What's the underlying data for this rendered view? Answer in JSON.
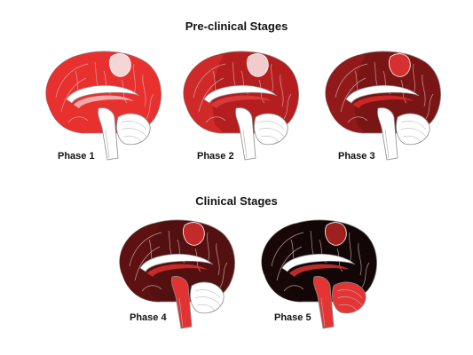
{
  "sections": {
    "preclinical_title": "Pre-clinical Stages",
    "clinical_title": "Clinical Stages"
  },
  "phases": [
    {
      "label": "Phase 1",
      "cortex": "#e8312f",
      "frontal": "#e8312f",
      "parietal_patch": "#f4d6d6",
      "brainstem_fill": "#ffffff",
      "cerebellum_fill": "#ffffff",
      "limbic": "#f3c8c8"
    },
    {
      "label": "Phase 2",
      "cortex": "#b41e1e",
      "frontal": "#d22a2a",
      "parietal_patch": "#f2cccc",
      "brainstem_fill": "#ffffff",
      "cerebellum_fill": "#ffffff",
      "limbic": "#e44040"
    },
    {
      "label": "Phase 3",
      "cortex": "#7a1515",
      "frontal": "#941a1a",
      "parietal_patch": "#d63030",
      "brainstem_fill": "#ffffff",
      "cerebellum_fill": "#ffffff",
      "limbic": "#e22a2a"
    },
    {
      "label": "Phase 4",
      "cortex": "#531010",
      "frontal": "#5e1212",
      "parietal_patch": "#c42a2a",
      "brainstem_fill": "#e33232",
      "cerebellum_fill": "#ffffff",
      "limbic": "#e33232"
    },
    {
      "label": "Phase 5",
      "cortex": "#120606",
      "frontal": "#1a0808",
      "parietal_patch": "#a02020",
      "brainstem_fill": "#e53434",
      "cerebellum_fill": "#e53434",
      "limbic": "#e53434"
    }
  ]
}
